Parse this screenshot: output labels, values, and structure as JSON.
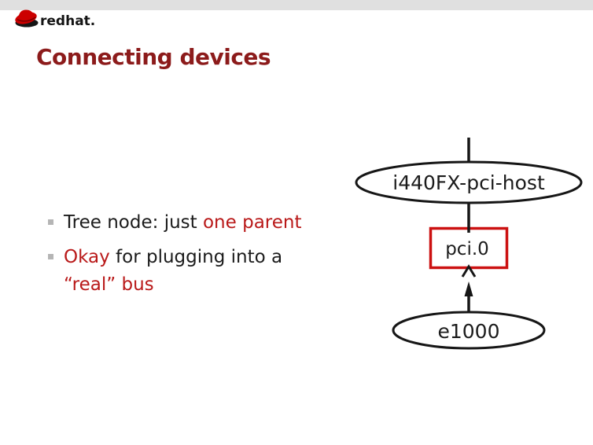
{
  "slide": {
    "logo": {
      "brand_bold": "red",
      "brand_rest": "hat."
    },
    "title": "Connecting devices",
    "bullets": {
      "b1": {
        "seg_black": "Tree node: just ",
        "seg_red": "one parent"
      },
      "b2": {
        "seg_red1": "Okay",
        "seg_black": " for plugging into a",
        "line2_red": "“real” bus"
      }
    }
  },
  "diagram": {
    "host_node": "i440FX-pci-host",
    "bus_node": "pci.0",
    "device_node": "e1000",
    "edges": [
      {
        "from": "(off-slide parent)",
        "to": "i440FX-pci-host",
        "style": "plain-line"
      },
      {
        "from": "i440FX-pci-host",
        "to": "pci.0",
        "style": "plain-line"
      },
      {
        "from": "e1000",
        "to": "pci.0",
        "style": "arrow-up"
      }
    ]
  },
  "colors": {
    "topbar": "#e0e0e0",
    "title_red": "#8c1b1b",
    "accent_red": "#b91919",
    "box_red": "#cc1111",
    "brand_red": "#cc0000",
    "ink": "#1b1b1b",
    "marker": "#b5b5b5",
    "node_stroke": "#161616"
  }
}
